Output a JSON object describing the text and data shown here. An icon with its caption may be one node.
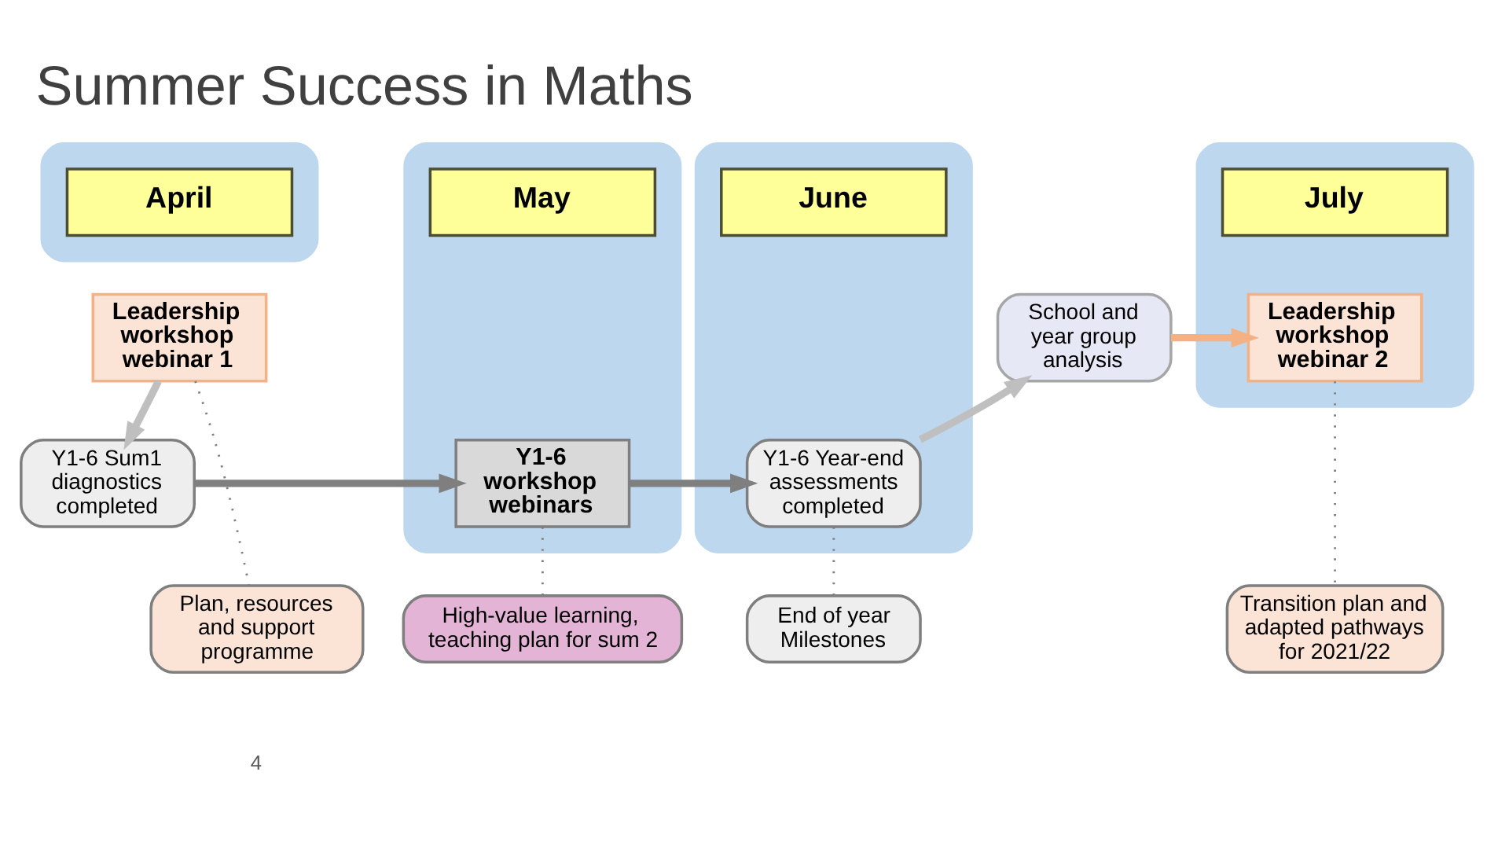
{
  "diagram": {
    "title": "Summer Success in Maths",
    "nodes": [
      {
        "text": [],
        "shape": "box"
      },
      {
        "text": [
          "April"
        ],
        "in": 0
      },
      {
        "text": [],
        "shape": "box"
      },
      {
        "text": [
          "May"
        ],
        "in": 2
      },
      {
        "text": [],
        "shape": "box"
      },
      {
        "text": [
          "June"
        ],
        "in": 4
      },
      {
        "text": [],
        "shape": "box"
      },
      {
        "text": [
          "July"
        ],
        "in": 6
      },
      {
        "text": [
          "Leadership workshop webinar 1"
        ]
      },
      {
        "text": [
          "School and year group analysis"
        ]
      },
      {
        "text": [
          "Leadership workshop webinar 2"
        ],
        "in": 6
      },
      {
        "text": [
          "Y1-6 Sum1 diagnostics completed"
        ]
      },
      {
        "text": [
          "Y1-6 workshop webinars"
        ],
        "in": 2
      },
      {
        "text": [
          "Y1-6 Year-end assessments completed"
        ],
        "in": 4
      },
      {
        "text": [
          "Plan, resources and support programme"
        ]
      },
      {
        "text": [
          "High-value learning, teaching plan for sum 2"
        ]
      },
      {
        "text": [
          "End of year Milestones"
        ]
      },
      {
        "text": [
          "Transition plan and adapted pathways for 2021/22"
        ]
      }
    ],
    "edges": [
      {
        "from": 8,
        "to": 11,
        "arrow": "to",
        "color": "#bfbfbf"
      },
      {
        "from": 11,
        "to": 12,
        "arrow": "to"
      },
      {
        "from": 12,
        "to": 13,
        "arrow": "to"
      },
      {
        "from": 13,
        "to": 9,
        "arrow": "to",
        "color": "#bfbfbf"
      },
      {
        "from": 9,
        "to": 10,
        "arrow": "to",
        "color": "#f4b183"
      },
      {
        "from": 8,
        "to": 14,
        "arrow": "none",
        "style": "dashed"
      },
      {
        "from": 12,
        "to": 15,
        "arrow": "none",
        "style": "dashed"
      },
      {
        "from": 13,
        "to": 16,
        "arrow": "none",
        "style": "dashed"
      },
      {
        "from": 10,
        "to": 17,
        "arrow": "none",
        "style": "dashed"
      }
    ],
    "labels": [
      "4"
    ]
  }
}
